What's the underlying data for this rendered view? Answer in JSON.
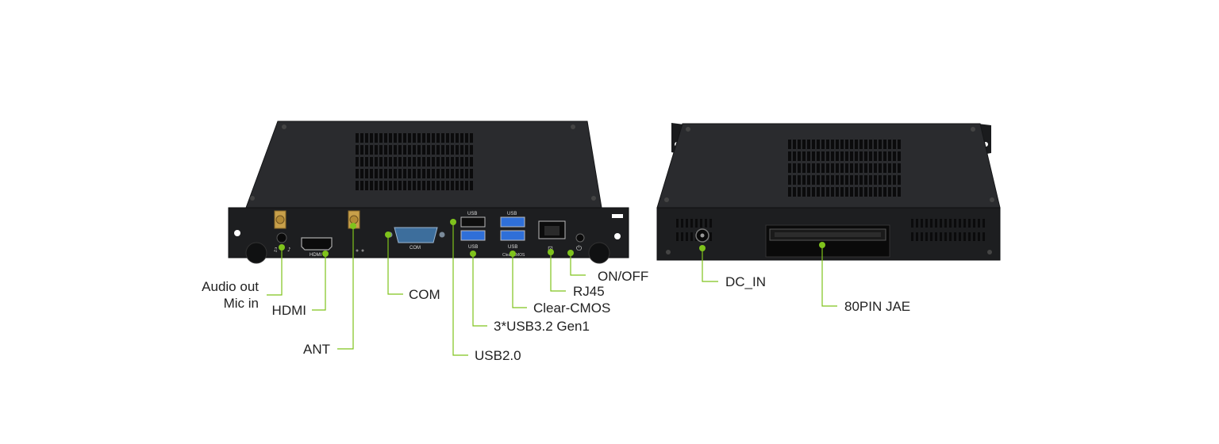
{
  "colors": {
    "chassis": "#1f2022",
    "chassis_top": "#2b2c2f",
    "chassis_edge": "#111214",
    "leader_line": "#7fc31c",
    "leader_dot": "#7fc31c",
    "usb3_blue": "#2f6fd8",
    "com_blue": "#3d6e9c",
    "label_text": "#222222",
    "antenna_gold": "#c8a04a"
  },
  "front_panel": {
    "port_marks": {
      "usb_top_left": "USB",
      "usb_top_right": "USB",
      "usb_bottom_left": "USB",
      "usb_bottom_right": "USB",
      "com": "COM",
      "hdmi": "HDMI",
      "clear_cmos": "Clear CMOS"
    }
  },
  "callouts": {
    "audio_out": "Audio out",
    "mic_in": "Mic in",
    "hdmi": "HDMI",
    "ant": "ANT",
    "com": "COM",
    "usb2": "USB2.0",
    "usb3": "3*USB3.2 Gen1",
    "clear_cmos": "Clear-CMOS",
    "rj45": "RJ45",
    "on_off": "ON/OFF",
    "dc_in": "DC_IN",
    "jae": "80PIN JAE"
  },
  "icons": {
    "power": "power-icon",
    "network": "network-icon",
    "headphone": "headphone-icon",
    "mic": "mic-icon"
  }
}
